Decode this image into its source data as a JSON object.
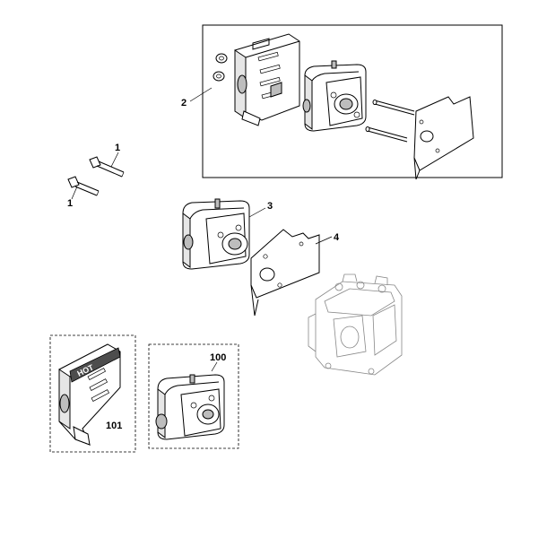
{
  "callouts": {
    "part_2": "2",
    "part_1_upper": "1",
    "part_1_lower": "1",
    "part_3": "3",
    "part_4": "4",
    "part_100": "100",
    "part_101": "101"
  },
  "guard_lettering": "HOT",
  "colors": {
    "line": "#000000",
    "fill_light": "#e6e6e6",
    "fill_dark": "#bdbdbd",
    "ghost_line": "#888888",
    "background": "#ffffff"
  }
}
